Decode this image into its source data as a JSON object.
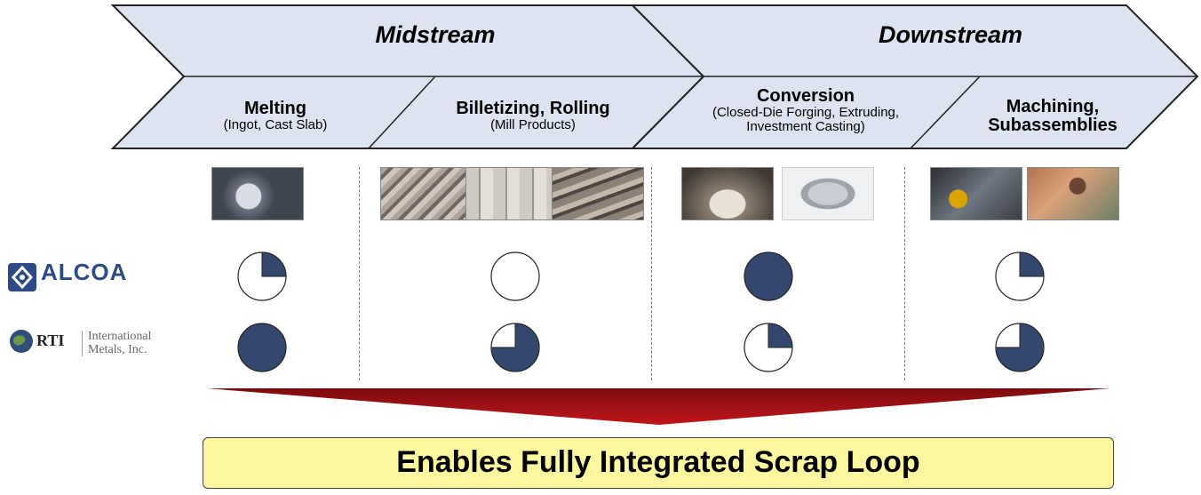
{
  "bands": [
    {
      "title": "Midstream"
    },
    {
      "title": "Downstream"
    }
  ],
  "stages": [
    {
      "title": "Melting",
      "subtitle": "(Ingot, Cast Slab)"
    },
    {
      "title": "Billetizing, Rolling",
      "subtitle": "(Mill Products)"
    },
    {
      "title": "Conversion",
      "subtitle_line1": "(Closed-Die Forging, Extruding,",
      "subtitle_line2": "Investment Casting)"
    },
    {
      "title_line1": "Machining,",
      "title_line2": "Subassemblies"
    }
  ],
  "companies": [
    {
      "name": "ALCOA",
      "coverage": [
        0.25,
        0,
        1,
        0.25
      ]
    },
    {
      "name": "RTI",
      "subtitle_line1": "International",
      "subtitle_line2": "Metals, Inc.",
      "coverage": [
        1,
        0.75,
        0.25,
        0.75
      ]
    }
  ],
  "outcome": "Enables Fully Integrated Scrap Loop",
  "colors": {
    "band_fill": "#dbe4f0",
    "pie_fill": "#33476f",
    "arrow_red": "#a31214",
    "outcome_fill": "#fdf8a0"
  }
}
